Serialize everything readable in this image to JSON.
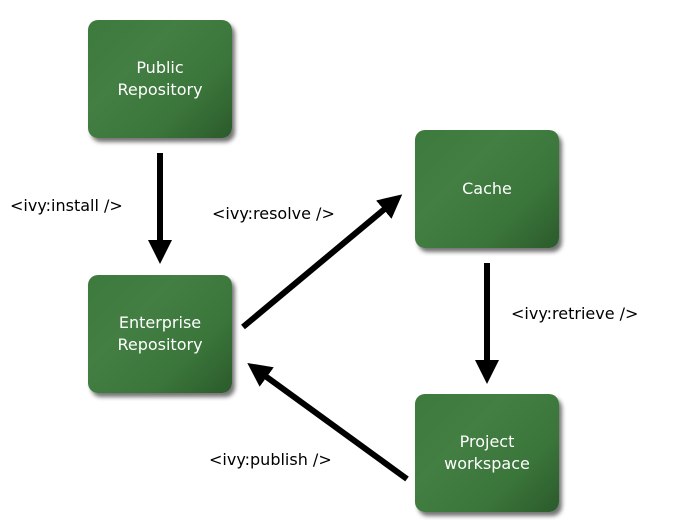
{
  "nodes": {
    "public_repository": {
      "line1": "Public",
      "line2": "Repository"
    },
    "enterprise_repository": {
      "line1": "Enterprise",
      "line2": "Repository"
    },
    "cache": {
      "line1": "Cache"
    },
    "project_workspace": {
      "line1": "Project",
      "line2": "workspace"
    }
  },
  "edges": {
    "install": "<ivy:install />",
    "resolve": "<ivy:resolve />",
    "retrieve": "<ivy:retrieve />",
    "publish": "<ivy:publish />"
  },
  "colors": {
    "node_fill": "#3d7a3d",
    "node_text": "#ffffff",
    "arrow": "#000000"
  }
}
